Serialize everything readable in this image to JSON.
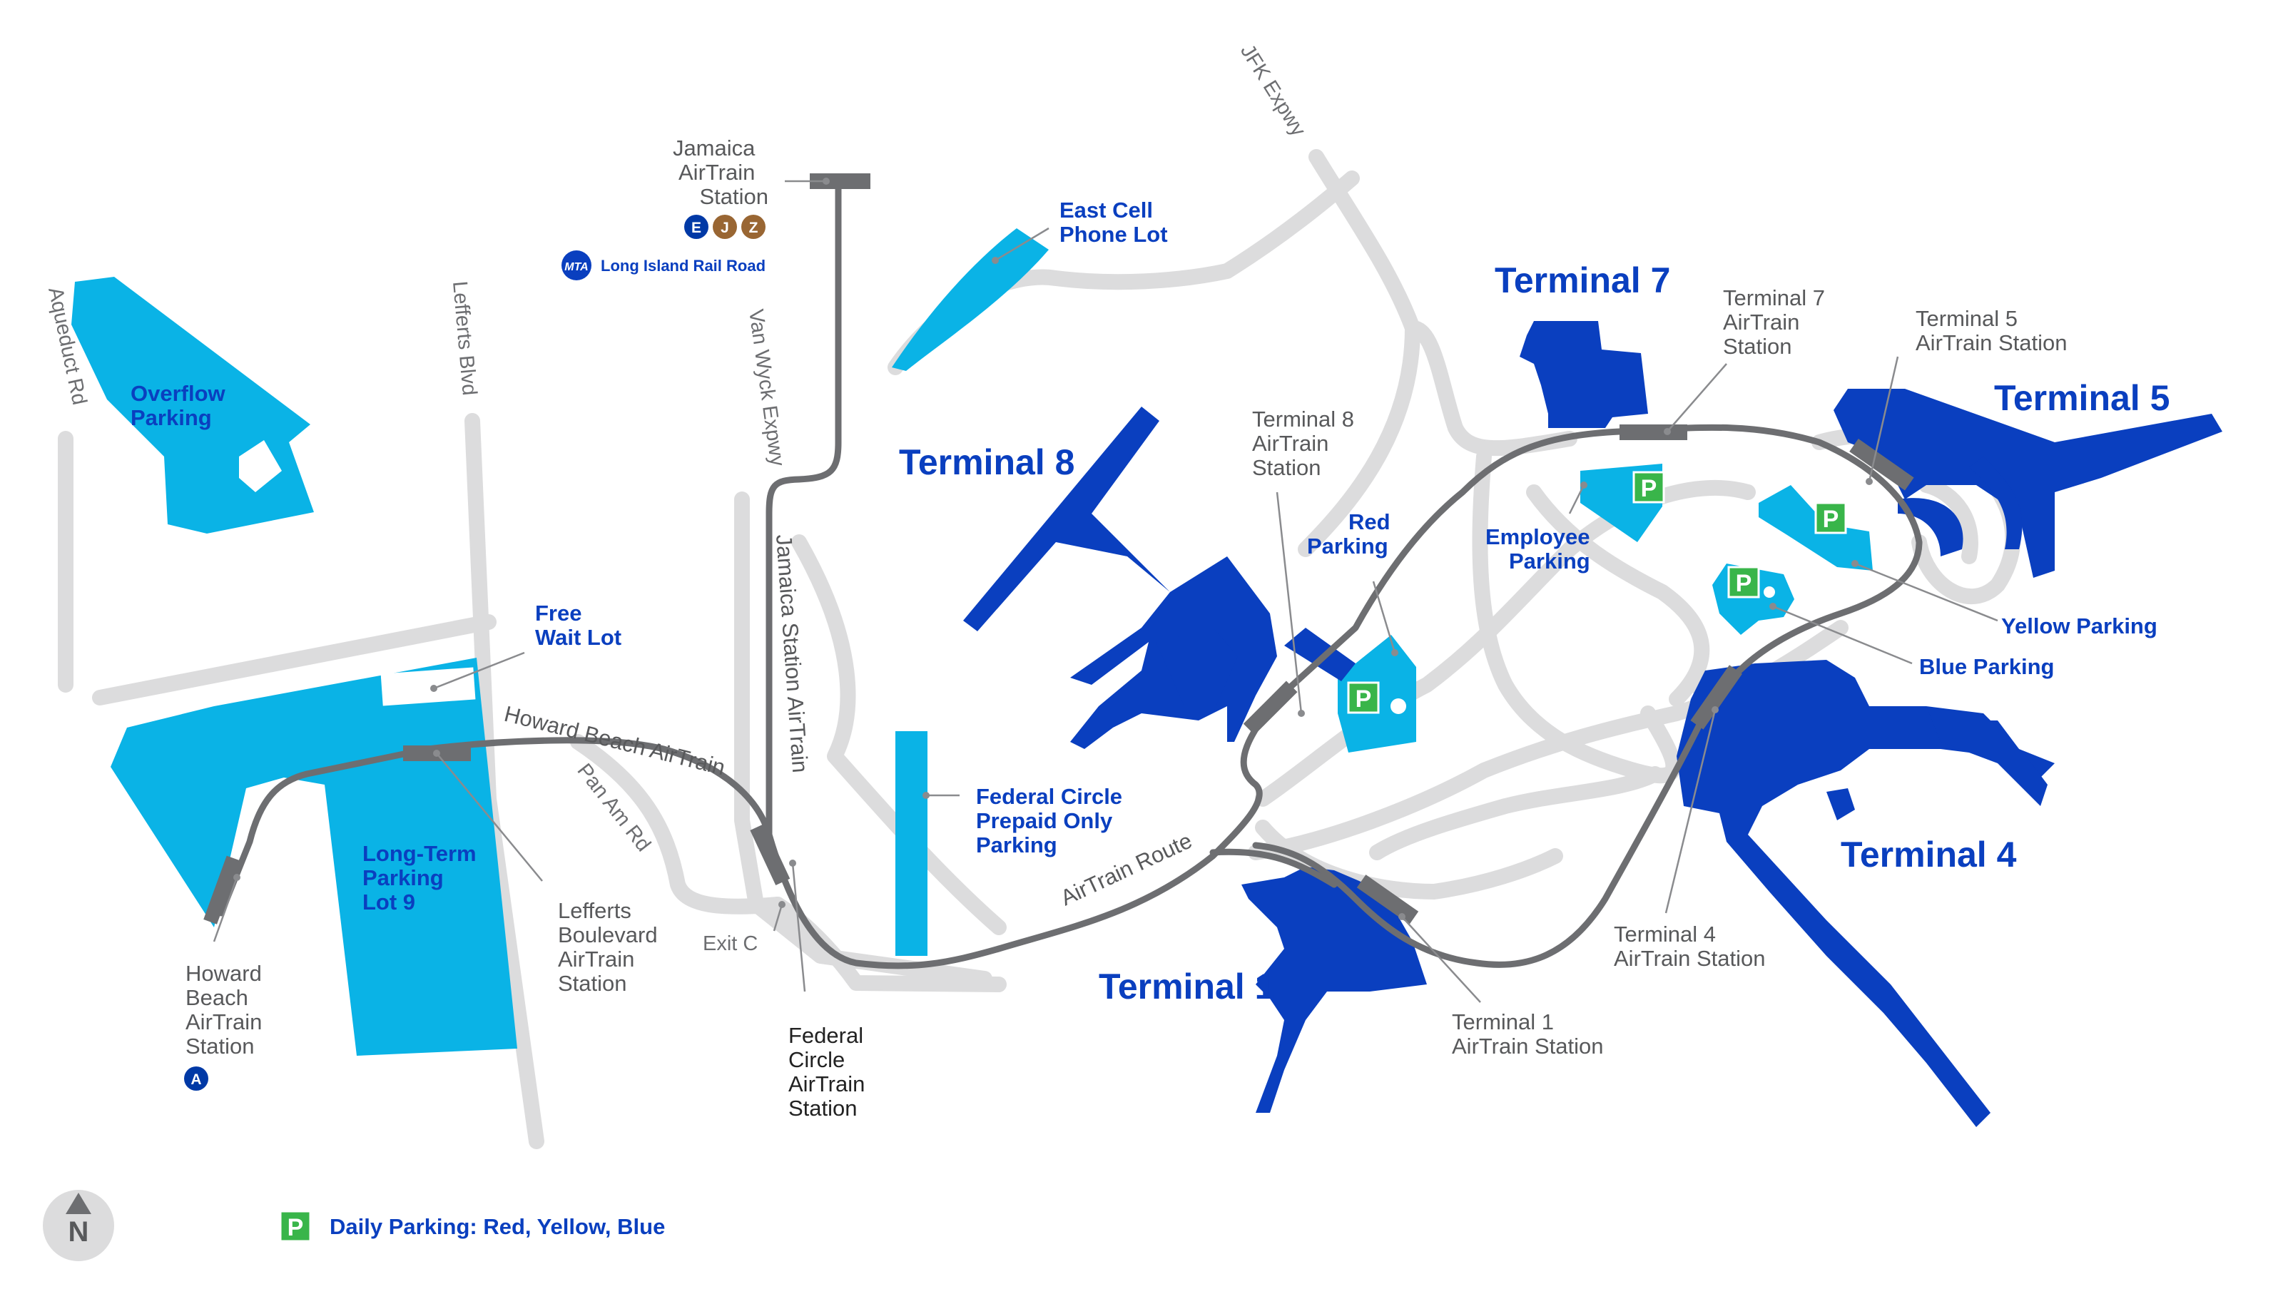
{
  "terminals": {
    "t1": "Terminal 1",
    "t4": "Terminal 4",
    "t5": "Terminal 5",
    "t7": "Terminal 7",
    "t8": "Terminal 8"
  },
  "stations": {
    "jamaica": [
      "Jamaica",
      "AirTrain",
      "Station"
    ],
    "howard_beach": [
      "Howard",
      "Beach",
      "AirTrain",
      "Station"
    ],
    "lefferts": [
      "Lefferts",
      "Boulevard",
      "AirTrain",
      "Station"
    ],
    "federal_circle": [
      "Federal",
      "Circle",
      "AirTrain",
      "Station"
    ],
    "t1": [
      "Terminal 1",
      "AirTrain Station"
    ],
    "t4": [
      "Terminal 4",
      "AirTrain Station"
    ],
    "t5": [
      "Terminal 5",
      "AirTrain Station"
    ],
    "t7": [
      "Terminal 7",
      "AirTrain",
      "Station"
    ],
    "t8": [
      "Terminal 8",
      "AirTrain",
      "Station"
    ]
  },
  "parking": {
    "overflow": [
      "Overflow",
      "Parking"
    ],
    "east_cell": [
      "East Cell",
      "Phone Lot"
    ],
    "free_wait": [
      "Free",
      "Wait Lot"
    ],
    "long_term": [
      "Long-Term",
      "Parking",
      "Lot 9"
    ],
    "federal_prepaid": [
      "Federal Circle",
      "Prepaid Only",
      "Parking"
    ],
    "red": [
      "Red",
      "Parking"
    ],
    "employee": [
      "Employee",
      "Parking"
    ],
    "yellow": "Yellow Parking",
    "blue": "Blue Parking",
    "p_symbol": "P"
  },
  "roads": {
    "aqueduct": "Aqueduct Rd",
    "lefferts_blvd": "Lefferts Blvd",
    "van_wyck": "Van Wyck Expwy",
    "jfk_expwy": "JFK Expwy",
    "pan_am": "Pan Am Rd",
    "exit_c": "Exit C"
  },
  "rail_lines": {
    "howard_beach": "Howard Beach AirTrain",
    "jamaica": "Jamaica Station AirTrain",
    "route": "AirTrain Route"
  },
  "transit": {
    "lirr_logo": "MTA",
    "lirr": "Long Island Rail Road",
    "subway_jamaica": [
      {
        "letter": "E",
        "color": "#0039a6"
      },
      {
        "letter": "J",
        "color": "#996633"
      },
      {
        "letter": "Z",
        "color": "#996633"
      }
    ],
    "subway_howard": {
      "letter": "A",
      "color": "#0039a6"
    }
  },
  "legend": {
    "daily_parking": "Daily Parking: Red, Yellow, Blue"
  },
  "compass": {
    "north": "N"
  },
  "colors": {
    "terminal": "#0a3fbf",
    "parking": "#0ab3e6",
    "road": "#dcdcdd",
    "airtrain": "#6d6e71",
    "daily_parking": "#39b54a"
  }
}
